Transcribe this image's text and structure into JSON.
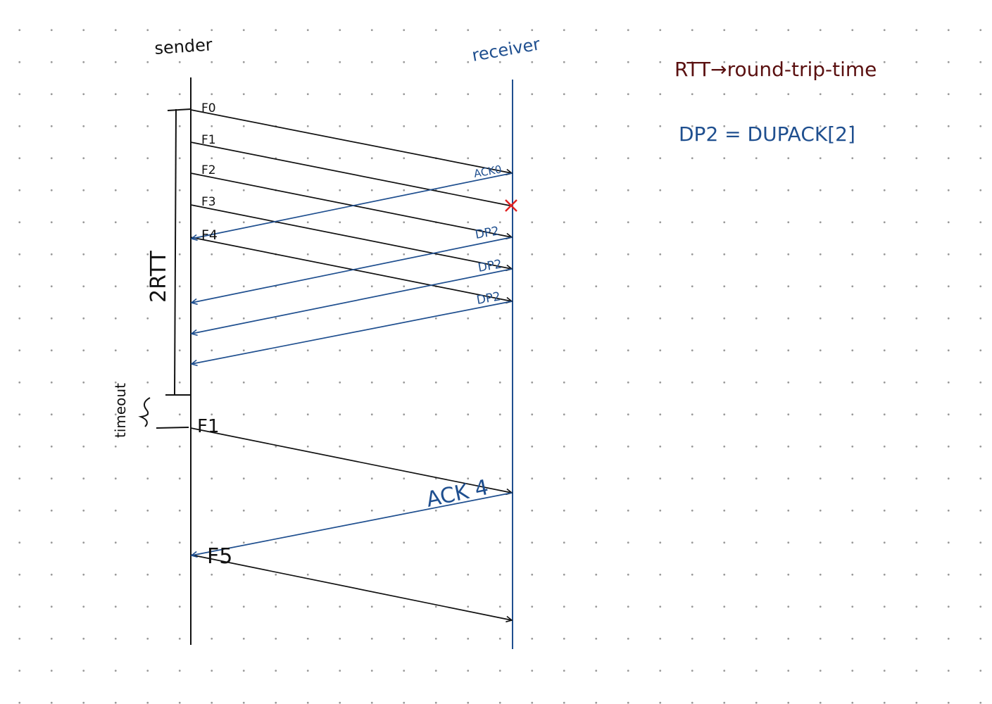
{
  "lifelines": {
    "sender": "sender",
    "receiver": "receiver"
  },
  "notes": {
    "rtt_line": "RTT→round-trip-time",
    "dp2_line": "DP2 = DUPACK[2]"
  },
  "interval_labels": {
    "two_rtt": "2RTT",
    "timeout": "timeout"
  },
  "messages": {
    "f0": "F0",
    "f1": "F1",
    "f2": "F2",
    "f3": "F3",
    "f4": "F4",
    "ack0": "ACK0",
    "dp2_a": "DP2",
    "dp2_b": "DP2",
    "dp2_c": "DP2",
    "f1_retransmit": "F1",
    "ack4": "ACK 4",
    "f5": "F5"
  },
  "colors": {
    "sender_ink": "#111111",
    "receiver_ink": "#1f4f8f",
    "note_rtt_ink": "#5a1010",
    "loss_mark": "#e02020"
  }
}
